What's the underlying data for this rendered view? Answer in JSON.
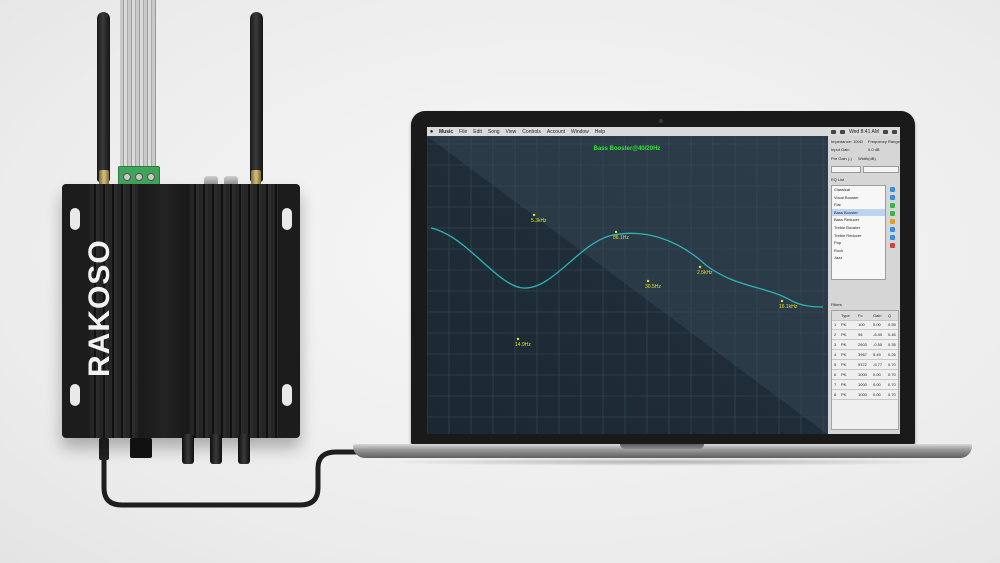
{
  "device": {
    "brand": "RAKOSO"
  },
  "app": {
    "menu": [
      "Music",
      "File",
      "Edit",
      "Song",
      "View",
      "Controls",
      "Account",
      "Window",
      "Help"
    ],
    "clock": "Wed 8:41 AM"
  },
  "graph": {
    "title": "Bass Booster@40/20Hz",
    "markers": [
      "5.3kHz",
      "86.1Hz",
      "30.5Hz",
      "14.9Hz",
      "2.5kHz",
      "16.1kHz"
    ]
  },
  "side": {
    "header_left": "Impedance: 100Ω",
    "header_right": "Frequency Range",
    "gain_label": "Input Gain",
    "gain_value": "0.0 dB",
    "preset_label": "Pre Gain (-)",
    "preset_value": "Width(dB)",
    "eq_list_label": "EQ List",
    "eq_list": [
      "Classical",
      "Vocal Booster",
      "Flat",
      "Bass Booster",
      "Bass Reducer",
      "Treble Booster",
      "Treble Reducer",
      "Pop",
      "Rock",
      "Jazz"
    ],
    "selected_preset": "Bass Booster",
    "filters_label": "Filters",
    "filter_columns": [
      "Type",
      "Fc",
      "Gain",
      "Q"
    ],
    "filter_rows": [
      [
        "PK",
        "100",
        "5.00",
        "0.55"
      ],
      [
        "PK",
        "96",
        "-6.40",
        "0.46"
      ],
      [
        "PK",
        "2603",
        "-0.50",
        "0.35"
      ],
      [
        "PK",
        "3967",
        "5.49",
        "0.26"
      ],
      [
        "PK",
        "5372",
        "-5.77",
        "0.70"
      ],
      [
        "PK",
        "1000",
        "0.00",
        "0.70"
      ],
      [
        "PK",
        "1000",
        "0.00",
        "0.70"
      ],
      [
        "PK",
        "1000",
        "0.00",
        "0.70"
      ]
    ]
  },
  "colors": {
    "graph_bg": "#21303b",
    "curve": "#2fb3b8",
    "title": "#38e33a",
    "marker": "#e8e020"
  }
}
